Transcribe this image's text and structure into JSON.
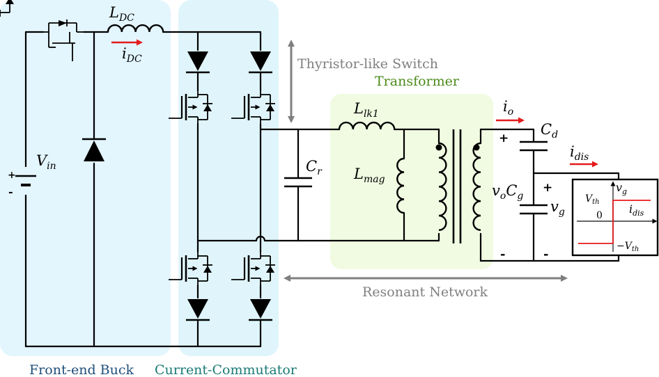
{
  "labels": {
    "front_end_buck": "Front-end Buck",
    "current_commutator": "Current-Commutator",
    "thyristor_switch": "Thyristor-like Switch",
    "transformer": "Transformer",
    "resonant_network": "Resonant Network"
  },
  "components": {
    "vin": "V",
    "vin_sub": "in",
    "ldc": "L",
    "ldc_sub": "DC",
    "idc": "i",
    "idc_sub": "DC",
    "cr": "C",
    "cr_sub": "r",
    "llk": "L",
    "llk_sub": "lk1",
    "lmag": "L",
    "lmag_sub": "mag",
    "io": "i",
    "io_sub": "o",
    "cd": "C",
    "cd_sub": "d",
    "idis": "i",
    "idis_sub": "dis",
    "vo": "v",
    "vo_sub": "o",
    "cg": "C",
    "cg_sub": "g",
    "vg": "v",
    "vg_sub": "g"
  },
  "inset": {
    "vth": "V",
    "vth_sub": "th",
    "vg": "v",
    "vg_sub": "g",
    "zero": "0",
    "idis": "i",
    "idis_sub": "dis",
    "neg_vth": "−V",
    "neg_vth_sub": "th"
  },
  "colors": {
    "buck_region": "#e3f5fd",
    "commutator_region": "#dff5fb",
    "transformer_region": "#f0fbe1",
    "arrow_gray": "#7f7f7f",
    "current_red": "#e41a1c"
  }
}
